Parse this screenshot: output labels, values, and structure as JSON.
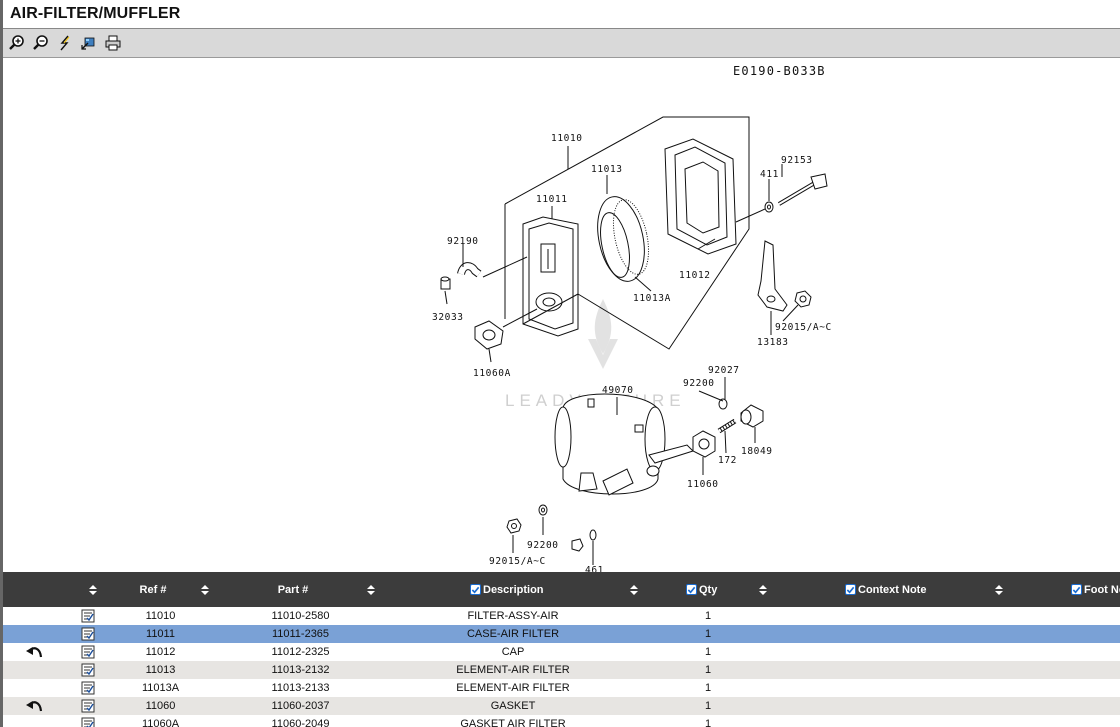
{
  "header": {
    "title": "AIR-FILTER/MUFFLER"
  },
  "toolbar": {
    "buttons": [
      {
        "name": "zoom-in-icon"
      },
      {
        "name": "zoom-out-icon"
      },
      {
        "name": "reset-lightning-icon"
      },
      {
        "name": "pan-icon"
      },
      {
        "name": "print-icon"
      }
    ]
  },
  "diagram": {
    "code": "E0190-B033B",
    "watermark": "LEADVENTURE",
    "callouts": {
      "c11010": "11010",
      "c11013": "11013",
      "c92153": "92153",
      "c411": "411",
      "c11011": "11011",
      "c92190": "92190",
      "c11012": "11012",
      "c11013A": "11013A",
      "c32033": "32033",
      "c92015a": "92015/A~C",
      "c13183": "13183",
      "c11060A": "11060A",
      "c92027": "92027",
      "c92200a": "92200",
      "c49070": "49070",
      "c18049": "18049",
      "c172": "172",
      "c11060": "11060",
      "c92200b": "92200",
      "c92015b": "92015/A~C",
      "c461": "461"
    }
  },
  "grid": {
    "columns": {
      "ref": "Ref #",
      "part": "Part #",
      "description": "Description",
      "qty": "Qty",
      "context_note": "Context Note",
      "foot_note": "Foot Note"
    },
    "rows": [
      {
        "ref": "11010",
        "part": "11010-2580",
        "description": "FILTER-ASSY-AIR",
        "qty": "1",
        "back": false,
        "selected": false
      },
      {
        "ref": "11011",
        "part": "11011-2365",
        "description": "CASE-AIR FILTER",
        "qty": "1",
        "back": false,
        "selected": true
      },
      {
        "ref": "11012",
        "part": "11012-2325",
        "description": "CAP",
        "qty": "1",
        "back": true,
        "selected": false
      },
      {
        "ref": "11013",
        "part": "11013-2132",
        "description": "ELEMENT-AIR FILTER",
        "qty": "1",
        "back": false,
        "selected": false
      },
      {
        "ref": "11013A",
        "part": "11013-2133",
        "description": "ELEMENT-AIR FILTER",
        "qty": "1",
        "back": false,
        "selected": false
      },
      {
        "ref": "11060",
        "part": "11060-2037",
        "description": "GASKET",
        "qty": "1",
        "back": true,
        "selected": false
      },
      {
        "ref": "11060A",
        "part": "11060-2049",
        "description": "GASKET AIR FILTER",
        "qty": "1",
        "back": false,
        "selected": false
      }
    ]
  },
  "colors": {
    "header_bg": "#3c3c3c",
    "selected_row": "#7aa1d6",
    "alt_row": "#e7e5e2",
    "toolbar_bg": "#d9d9d9",
    "checkbox_blue": "#1a6cd1"
  }
}
